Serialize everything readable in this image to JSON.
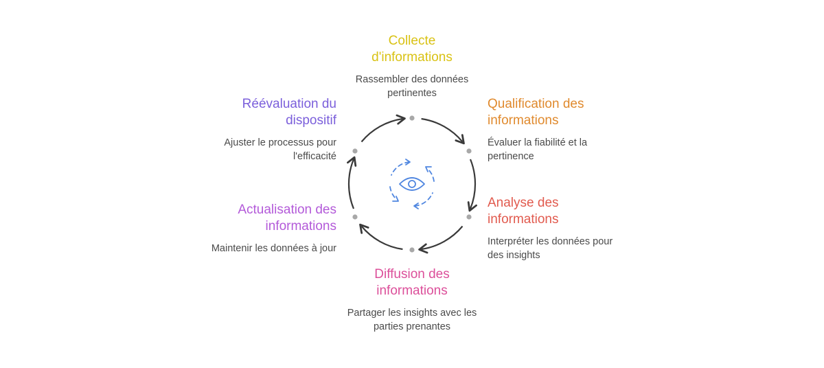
{
  "colors": {
    "collecte": "#d9c214",
    "qualification": "#e08a2e",
    "analyse": "#e15a4e",
    "diffusion": "#dc4f9a",
    "actualisation": "#b35ad9",
    "reevaluation": "#7b5fdb",
    "arrow": "#3a3a3a",
    "node": "#a8a8a8",
    "icon": "#4f86e0"
  },
  "steps": {
    "collecte": {
      "title_line1": "Collecte",
      "title_line2": "d'informations",
      "desc_line1": "Rassembler des données",
      "desc_line2": "pertinentes"
    },
    "qualification": {
      "title_line1": "Qualification des",
      "title_line2": "informations",
      "desc_line1": "Évaluer la fiabilité et la",
      "desc_line2": "pertinence"
    },
    "analyse": {
      "title_line1": "Analyse des",
      "title_line2": "informations",
      "desc_line1": "Interpréter les données pour",
      "desc_line2": "des insights"
    },
    "diffusion": {
      "title_line1": "Diffusion des",
      "title_line2": "informations",
      "desc_line1": "Partager les insights avec les",
      "desc_line2": "parties prenantes"
    },
    "actualisation": {
      "title_line1": "Actualisation des",
      "title_line2": "informations",
      "desc_line1": "Maintenir les données à jour"
    },
    "reevaluation": {
      "title_line1": "Réévaluation du",
      "title_line2": "dispositif",
      "desc_line1": "Ajuster le processus pour",
      "desc_line2": "l'efficacité"
    }
  },
  "center_icon": "eye-cycle-icon"
}
